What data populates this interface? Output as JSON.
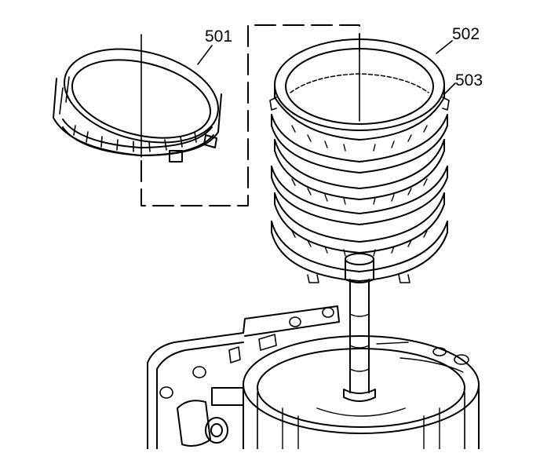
{
  "callouts": {
    "part_501": "501",
    "part_502": "502",
    "part_503": "503"
  },
  "colors": {
    "ink": "#000000",
    "paper": "#ffffff"
  }
}
